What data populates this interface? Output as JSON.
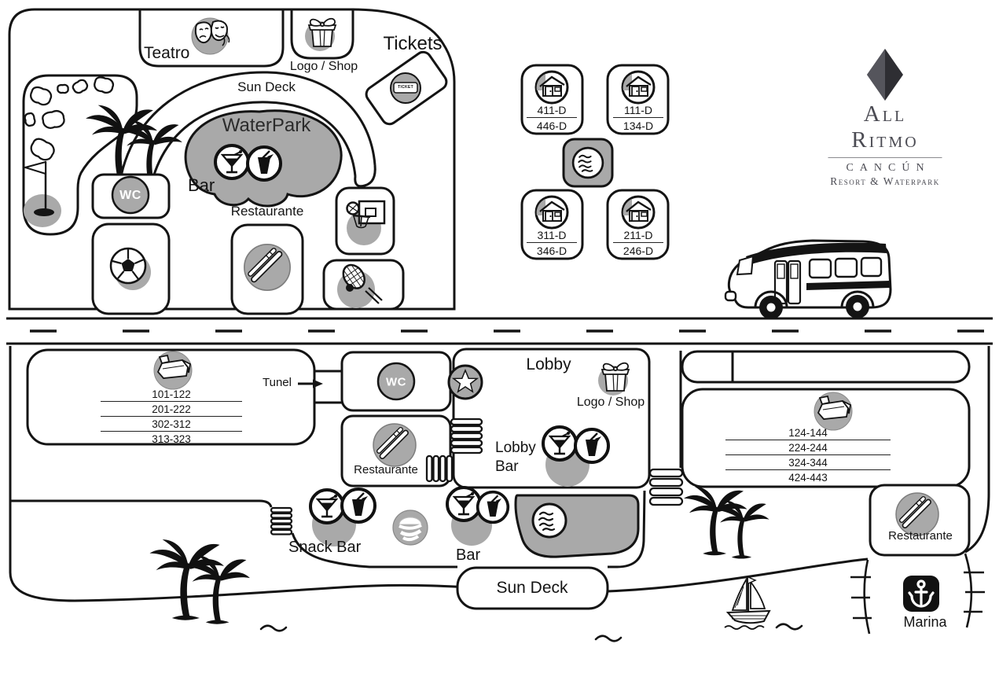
{
  "map": {
    "labels": {
      "teatro": "Teatro",
      "logo_shop": "Logo / Shop",
      "tickets": "Tickets",
      "sun_deck": "Sun Deck",
      "waterpark": "WaterPark",
      "bar": "Bar",
      "restaurante": "Restaurante",
      "wc": "WC",
      "tunel": "Tunel",
      "lobby": "Lobby",
      "lobby_bar_line1": "Lobby",
      "lobby_bar_line2": "Bar",
      "snack_bar": "Snack Bar",
      "marina": "Marina",
      "ticket_stub": "TICKET"
    },
    "brand": {
      "name": "All Ritmo",
      "city": "CANCÚN",
      "tagline": "Resort & Waterpark"
    },
    "room_blocks": [
      {
        "top": "411-D",
        "bottom": "446-D"
      },
      {
        "top": "111-D",
        "bottom": "134-D"
      },
      {
        "top": "311-D",
        "bottom": "346-D"
      },
      {
        "top": "211-D",
        "bottom": "246-D"
      }
    ],
    "rooms_left": [
      "101-122",
      "201-222",
      "302-312",
      "313-323"
    ],
    "rooms_right": [
      "124-144",
      "224-244",
      "324-344",
      "424-443"
    ],
    "colors": {
      "shape_gray": "#a9a9a9",
      "line": "#141414",
      "brand_gray": "#4b4b53"
    }
  }
}
